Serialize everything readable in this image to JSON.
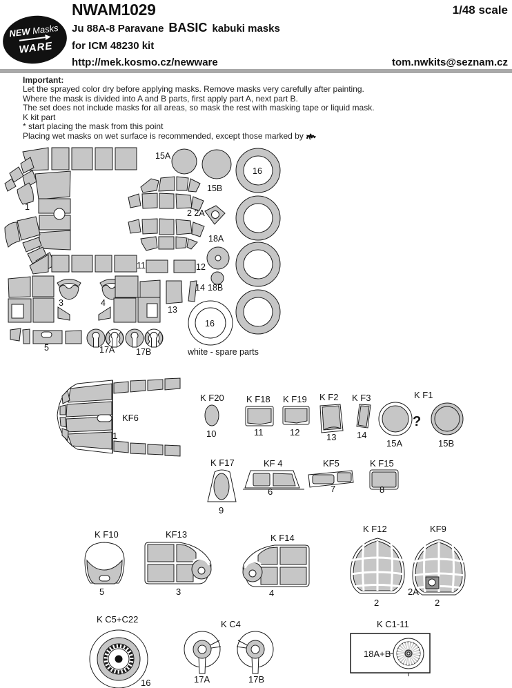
{
  "header": {
    "product_code": "NWAM1029",
    "scale": "1/48 scale",
    "logo": {
      "brand_top": "NEW",
      "brand_masks": "Masks",
      "brand_bottom": "WARE"
    },
    "title_plane": "Ju 88A-8 Paravane",
    "title_type": "BASIC",
    "title_masks": "kabuki masks",
    "subtitle": "for ICM 48230 kit",
    "url": "http://mek.kosmo.cz/newware",
    "email": "tom.nwkits@seznam.cz"
  },
  "notes": {
    "heading": "Important:",
    "lines": [
      "Let the sprayed color dry before applying masks. Remove masks very carefully after painting.",
      "Where the mask is divided into A and B parts, first apply part A, next part B.",
      "The set does not include masks for all areas, so mask the rest with masking tape or liquid mask.",
      "K kit part",
      "* start placing the mask from this point",
      "Placing wet masks on wet surface is recommended, except those marked by"
    ]
  },
  "sheet": {
    "caption": "white - spare parts",
    "labels": {
      "l1": "1",
      "l2_2a": "2 2A",
      "l3": "3",
      "l4": "4",
      "l5": "5",
      "l6": "6",
      "l7": "7",
      "l8": "8",
      "l9": "9",
      "l10": "10",
      "l11": "11",
      "l12": "12",
      "l13": "13",
      "l14": "14",
      "l15a": "15A",
      "l15b": "15B",
      "l16_ring": "16",
      "l16_spare": "16",
      "l17a": "17A",
      "l17b": "17B",
      "l18a": "18A",
      "l18b": "18B"
    }
  },
  "parts": {
    "kf6": {
      "label": "KF6",
      "kit": "1"
    },
    "kf20": {
      "label": "K F20",
      "kit": "10"
    },
    "kf18": {
      "label": "K F18",
      "kit": "11"
    },
    "kf19": {
      "label": "K F19",
      "kit": "12"
    },
    "kf2": {
      "label": "K F2",
      "kit": "13"
    },
    "kf3": {
      "label": "K F3",
      "kit": "14"
    },
    "kf1": {
      "label": "K F1",
      "kit_a": "15A",
      "kit_b": "15B",
      "question": "?"
    },
    "kf17": {
      "label": "K F17",
      "kit": "9"
    },
    "kf4": {
      "label": "KF 4",
      "kit": "6"
    },
    "kf5": {
      "label": "KF5",
      "kit": "7"
    },
    "kf15": {
      "label": "K F15",
      "kit": "8"
    },
    "kf10": {
      "label": "K F10",
      "kit": "5"
    },
    "kf13": {
      "label": "KF13",
      "kit": "3"
    },
    "kf14": {
      "label": "K F14",
      "kit": "4"
    },
    "kf12": {
      "label": "K F12",
      "kit": "2"
    },
    "kf9": {
      "label": "KF9",
      "kit": "2",
      "kit_a": "2A"
    },
    "kc5": {
      "label": "K C5+C22",
      "kit": "16"
    },
    "kc4": {
      "label": "K C4",
      "kit_a": "17A",
      "kit_b": "17B"
    },
    "kc1": {
      "label": "K C1-11",
      "kit": "18A+B"
    }
  }
}
